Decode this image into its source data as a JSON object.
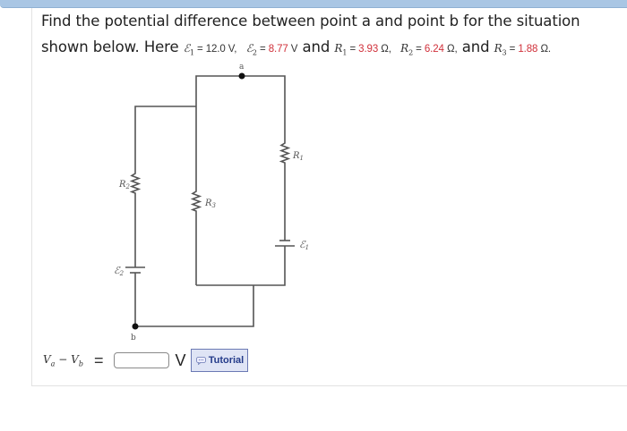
{
  "question": {
    "line1": "Find the potential difference between point a and point b for the situation",
    "line2_prefix": "shown below. Here",
    "and1": "and",
    "and2": "and",
    "given": {
      "E1": {
        "symbol": "ℰ",
        "sub": "1",
        "eq": " = ",
        "value": "12.0",
        "unit": " V,",
        "color": "#333333"
      },
      "E2": {
        "symbol": "ℰ",
        "sub": "2",
        "eq": " = ",
        "value": "8.77",
        "unit": " V",
        "color": "#d0303a"
      },
      "R1": {
        "symbol": "R",
        "sub": "1",
        "eq": " = ",
        "value": "3.93",
        "unit": " Ω,",
        "color": "#d0303a"
      },
      "R2": {
        "symbol": "R",
        "sub": "2",
        "eq": " = ",
        "value": "6.24",
        "unit": " Ω,",
        "color": "#d0303a"
      },
      "R3": {
        "symbol": "R",
        "sub": "3",
        "eq": " = ",
        "value": "1.88",
        "unit": " Ω.",
        "color": "#d0303a"
      }
    }
  },
  "circuit": {
    "point_a": "a",
    "point_b": "b",
    "labels": {
      "R1": "R",
      "R1_sub": "1",
      "R2": "R",
      "R2_sub": "2",
      "R3": "R",
      "R3_sub": "3",
      "E1": "ℰ",
      "E1_sub": "1",
      "E2": "ℰ",
      "E2_sub": "2"
    }
  },
  "answer": {
    "label_va": "V",
    "label_va_sub": "a",
    "minus": " − ",
    "label_vb": "V",
    "label_vb_sub": "b",
    "equals": "=",
    "input_value": "",
    "unit": "V",
    "tutorial_label": "Tutorial"
  },
  "colors": {
    "highlight_red": "#d0303a",
    "header_blue": "#a9c6e4",
    "tutorial_bg": "#dfe4f5",
    "tutorial_text": "#243b8a"
  }
}
